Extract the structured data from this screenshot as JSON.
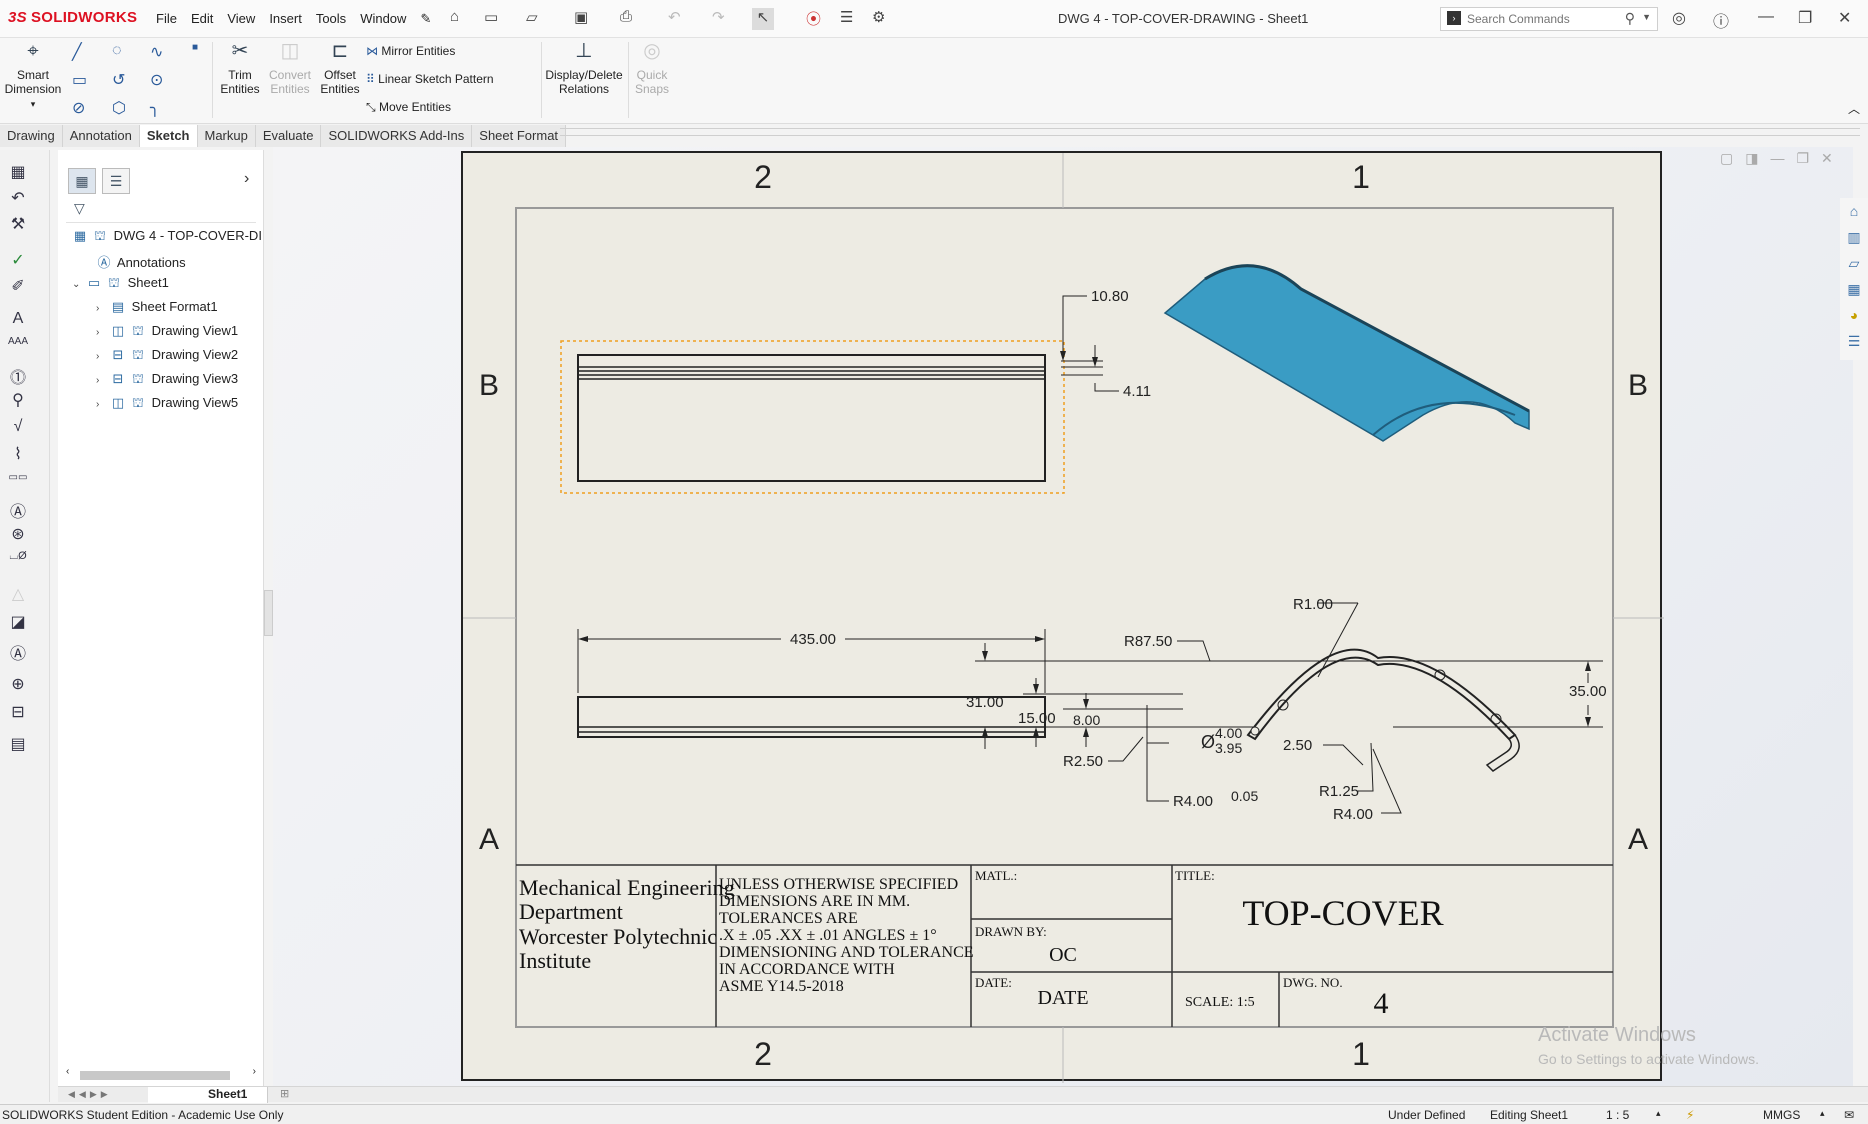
{
  "app": {
    "logo_ds": "3S",
    "logo_text": "SOLIDWORKS",
    "doc_title": "DWG 4 - TOP-COVER-DRAWING - Sheet1"
  },
  "menu": [
    "File",
    "Edit",
    "View",
    "Insert",
    "Tools",
    "Window"
  ],
  "search": {
    "placeholder": "Search Commands"
  },
  "ribbon": {
    "smart_dimension": [
      "Smart",
      "Dimension"
    ],
    "trim": [
      "Trim",
      "Entities"
    ],
    "convert": [
      "Convert",
      "Entities"
    ],
    "offset": [
      "Offset",
      "Entities"
    ],
    "mirror": "Mirror Entities",
    "linear_pattern": "Linear Sketch Pattern",
    "move": "Move Entities",
    "display_delete": [
      "Display/Delete",
      "Relations"
    ],
    "quick_snaps": [
      "Quick",
      "Snaps"
    ]
  },
  "tabs": [
    {
      "label": "Drawing"
    },
    {
      "label": "Annotation"
    },
    {
      "label": "Sketch",
      "active": true
    },
    {
      "label": "Markup"
    },
    {
      "label": "Evaluate"
    },
    {
      "label": "SOLIDWORKS Add-Ins"
    },
    {
      "label": "Sheet Format"
    }
  ],
  "tree": {
    "root": "DWG 4 - TOP-COVER-DI",
    "annotations": "Annotations",
    "sheet": "Sheet1",
    "children": [
      "Sheet Format1",
      "Drawing View1",
      "Drawing View2",
      "Drawing View3",
      "Drawing View5"
    ]
  },
  "sheet_tab": "Sheet1",
  "drawing": {
    "zones_top": [
      "2",
      "1"
    ],
    "zones_side": [
      "B",
      "A"
    ],
    "dims": {
      "d1080": "10.80",
      "d411": "4.11",
      "d435": "435.00",
      "r100": "R1.00",
      "r8750": "R87.50",
      "d3100": "31.00",
      "d1500": "15.00",
      "d800": "8.00",
      "d3500": "35.00",
      "dia_sym": "Ø",
      "dia_upper": "4.00",
      "dia_lower": "3.95",
      "d250": "2.50",
      "r250": "R2.50",
      "r125": "R1.25",
      "r400a": "R4.00",
      "r400b": "R4.00",
      "d005": "0.05"
    },
    "title_block": {
      "inst": [
        "Mechanical Engineering",
        "Department",
        "Worcester Polytechnic",
        "Institute"
      ],
      "notes": [
        "UNLESS OTHERWISE SPECIFIED",
        "DIMENSIONS ARE IN MM.",
        "TOLERANCES ARE",
        ".X ± .05 .XX ± .01 ANGLES ± 1°",
        "DIMENSIONING AND TOLERANCE",
        "IN ACCORDANCE WITH",
        "ASME Y14.5-2018"
      ],
      "matl_label": "MATL.:",
      "drawn_by_label": "DRAWN BY:",
      "drawn_by": "OC",
      "date_label": "DATE:",
      "date": "DATE",
      "title_label": "TITLE:",
      "title": "TOP-COVER",
      "scale": "SCALE: 1:5",
      "dwg_no_label": "DWG.  NO.",
      "dwg_no": "4"
    }
  },
  "watermark": {
    "line1": "Activate Windows",
    "line2": "Go to Settings to activate Windows."
  },
  "status": {
    "edition": "SOLIDWORKS Student Edition - Academic Use Only",
    "state": "Under Defined",
    "editing": "Editing Sheet1",
    "scale": "1 : 5",
    "units": "MMGS"
  }
}
